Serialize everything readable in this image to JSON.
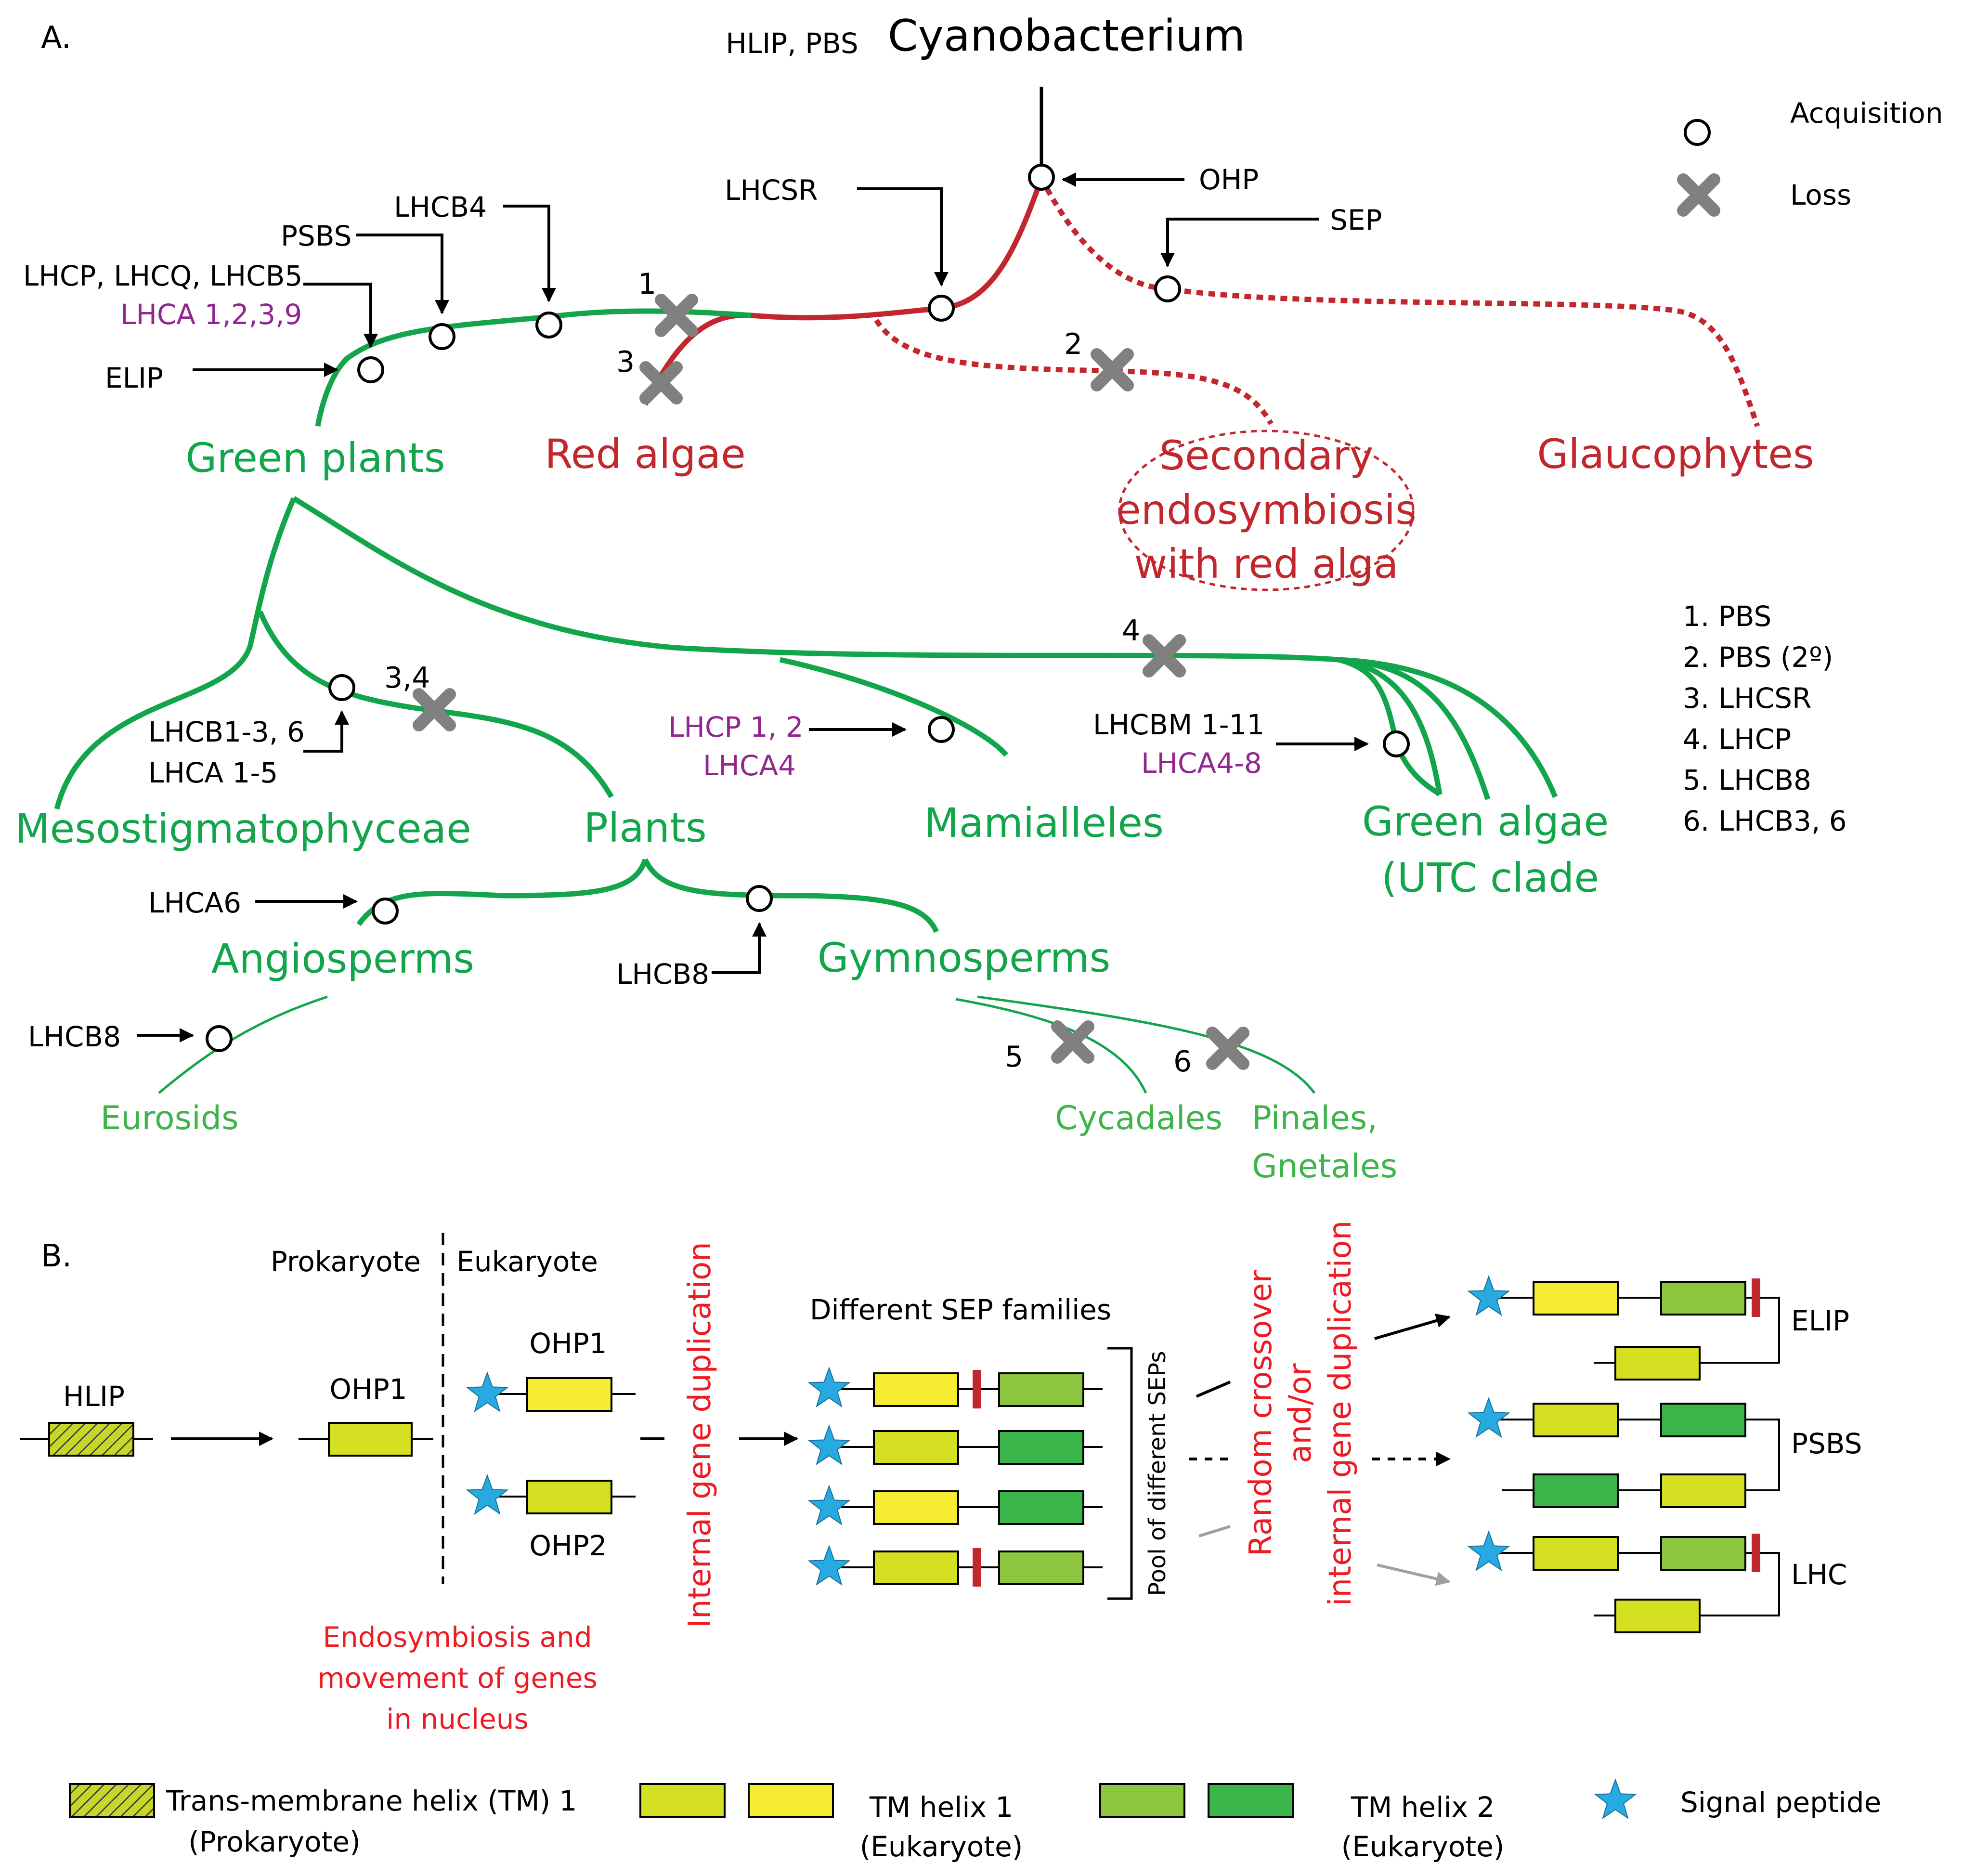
{
  "panel_a": {
    "label": "A.",
    "root": "Cyanobacterium",
    "root_genes": "HLIP, PBS",
    "legend": {
      "acquisition": "Acquisition",
      "loss": "Loss"
    },
    "losses_list": [
      "1. PBS",
      "2. PBS (2º)",
      "3. LHCSR",
      "4. LHCP",
      "5. LHCB8",
      "6. LHCB3, 6"
    ],
    "loss_marks": {
      "m1": "1",
      "m2": "2",
      "m3": "3",
      "m34": "3,4",
      "m4": "4",
      "m5": "5",
      "m6": "6"
    },
    "genes": {
      "ohp": "OHP",
      "sep": "SEP",
      "lhcsr": "LHCSR",
      "lhcb4": "LHCB4",
      "psbs": "PSBS",
      "lhcp_lhcq_lhcb5": "LHCP, LHCQ, LHCB5",
      "lhca_1239": "LHCA 1,2,3,9",
      "elip": "ELIP",
      "lhcb1_3_6": "LHCB1-3, 6",
      "lhca_1_5": "LHCA 1-5",
      "lhcp_1_2": "LHCP 1, 2",
      "lhca4": "LHCA4",
      "lhcbm": "LHCBM 1-11",
      "lhca4_8": "LHCA4-8",
      "lhca6": "LHCA6",
      "lhcb8_gymno": "LHCB8",
      "lhcb8_eurosids": "LHCB8"
    },
    "clades": {
      "green_plants": "Green plants",
      "red_algae": "Red algae",
      "secondary": [
        "Secondary",
        "endosymbiosis",
        "with red alga"
      ],
      "glaucophytes": "Glaucophytes",
      "mesostigmatophyceae": "Mesostigmatophyceae",
      "plants": "Plants",
      "mamialleles": "Mamialleles",
      "green_algae": [
        "Green algae",
        "(UTC clade"
      ],
      "angiosperms": "Angiosperms",
      "gymnosperms": "Gymnosperms",
      "eurosids": "Eurosids",
      "cycadales": "Cycadales",
      "pinales": [
        "Pinales,",
        "Gnetales"
      ]
    }
  },
  "panel_b": {
    "label": "B.",
    "prokaryote": "Prokaryote",
    "eukaryote": "Eukaryote",
    "hlip": "HLIP",
    "ohp1_pro": "OHP1",
    "ohp1_euk": "OHP1",
    "ohp2_euk": "OHP2",
    "endosymbiosis_note": [
      "Endosymbiosis and",
      "movement of genes",
      "in nucleus"
    ],
    "internal_dup": "Internal gene duplication",
    "sep_families": "Different SEP families",
    "pool": "Pool of different SEPs",
    "random_crossover": [
      "Random crossover",
      "and/or",
      "internal gene duplication"
    ],
    "products": {
      "elip": "ELIP",
      "psbs": "PSBS",
      "lhc": "LHC"
    }
  },
  "legend_b": {
    "tm1_pro": [
      "Trans-membrane helix (TM) 1",
      "(Prokaryote)"
    ],
    "tm1_euk": [
      "TM helix 1",
      "(Eukaryote)"
    ],
    "tm2_euk": [
      "TM helix 2",
      "(Eukaryote)"
    ],
    "signal": "Signal peptide"
  },
  "colors": {
    "green_lineage": "#13a54b",
    "light_green_text": "#3db54a",
    "red_lineage": "#c1272d",
    "purple_gene": "#92278f",
    "loss_x": "#808080",
    "tm1_pro_fill": "#c8d62b",
    "tm1_euk_a": "#d4e021",
    "tm1_euk_b": "#f6ec32",
    "tm2_euk_a": "#8dc63f",
    "tm2_euk_b": "#39b54a",
    "signal_peptide": "#27aae1",
    "stop_mark": "#c1272d",
    "annotation_red": "#ed1c24"
  }
}
